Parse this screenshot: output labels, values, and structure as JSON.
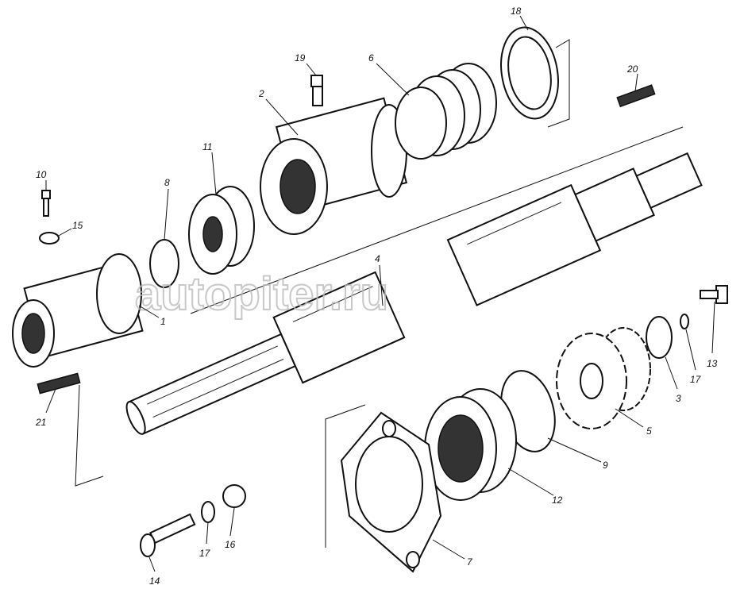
{
  "watermark": "autopiter.ru",
  "callouts": [
    {
      "id": "18",
      "text": "18"
    },
    {
      "id": "19",
      "text": "19"
    },
    {
      "id": "6",
      "text": "6"
    },
    {
      "id": "20",
      "text": "20"
    },
    {
      "id": "2",
      "text": "2"
    },
    {
      "id": "11",
      "text": "11"
    },
    {
      "id": "10",
      "text": "10"
    },
    {
      "id": "8",
      "text": "8"
    },
    {
      "id": "15",
      "text": "15"
    },
    {
      "id": "4",
      "text": "4"
    },
    {
      "id": "1",
      "text": "1"
    },
    {
      "id": "13",
      "text": "13"
    },
    {
      "id": "17a",
      "text": "17"
    },
    {
      "id": "3",
      "text": "3"
    },
    {
      "id": "21",
      "text": "21"
    },
    {
      "id": "5",
      "text": "5"
    },
    {
      "id": "9",
      "text": "9"
    },
    {
      "id": "12",
      "text": "12"
    },
    {
      "id": "17b",
      "text": "17"
    },
    {
      "id": "16",
      "text": "16"
    },
    {
      "id": "7",
      "text": "7"
    },
    {
      "id": "14",
      "text": "14"
    }
  ]
}
